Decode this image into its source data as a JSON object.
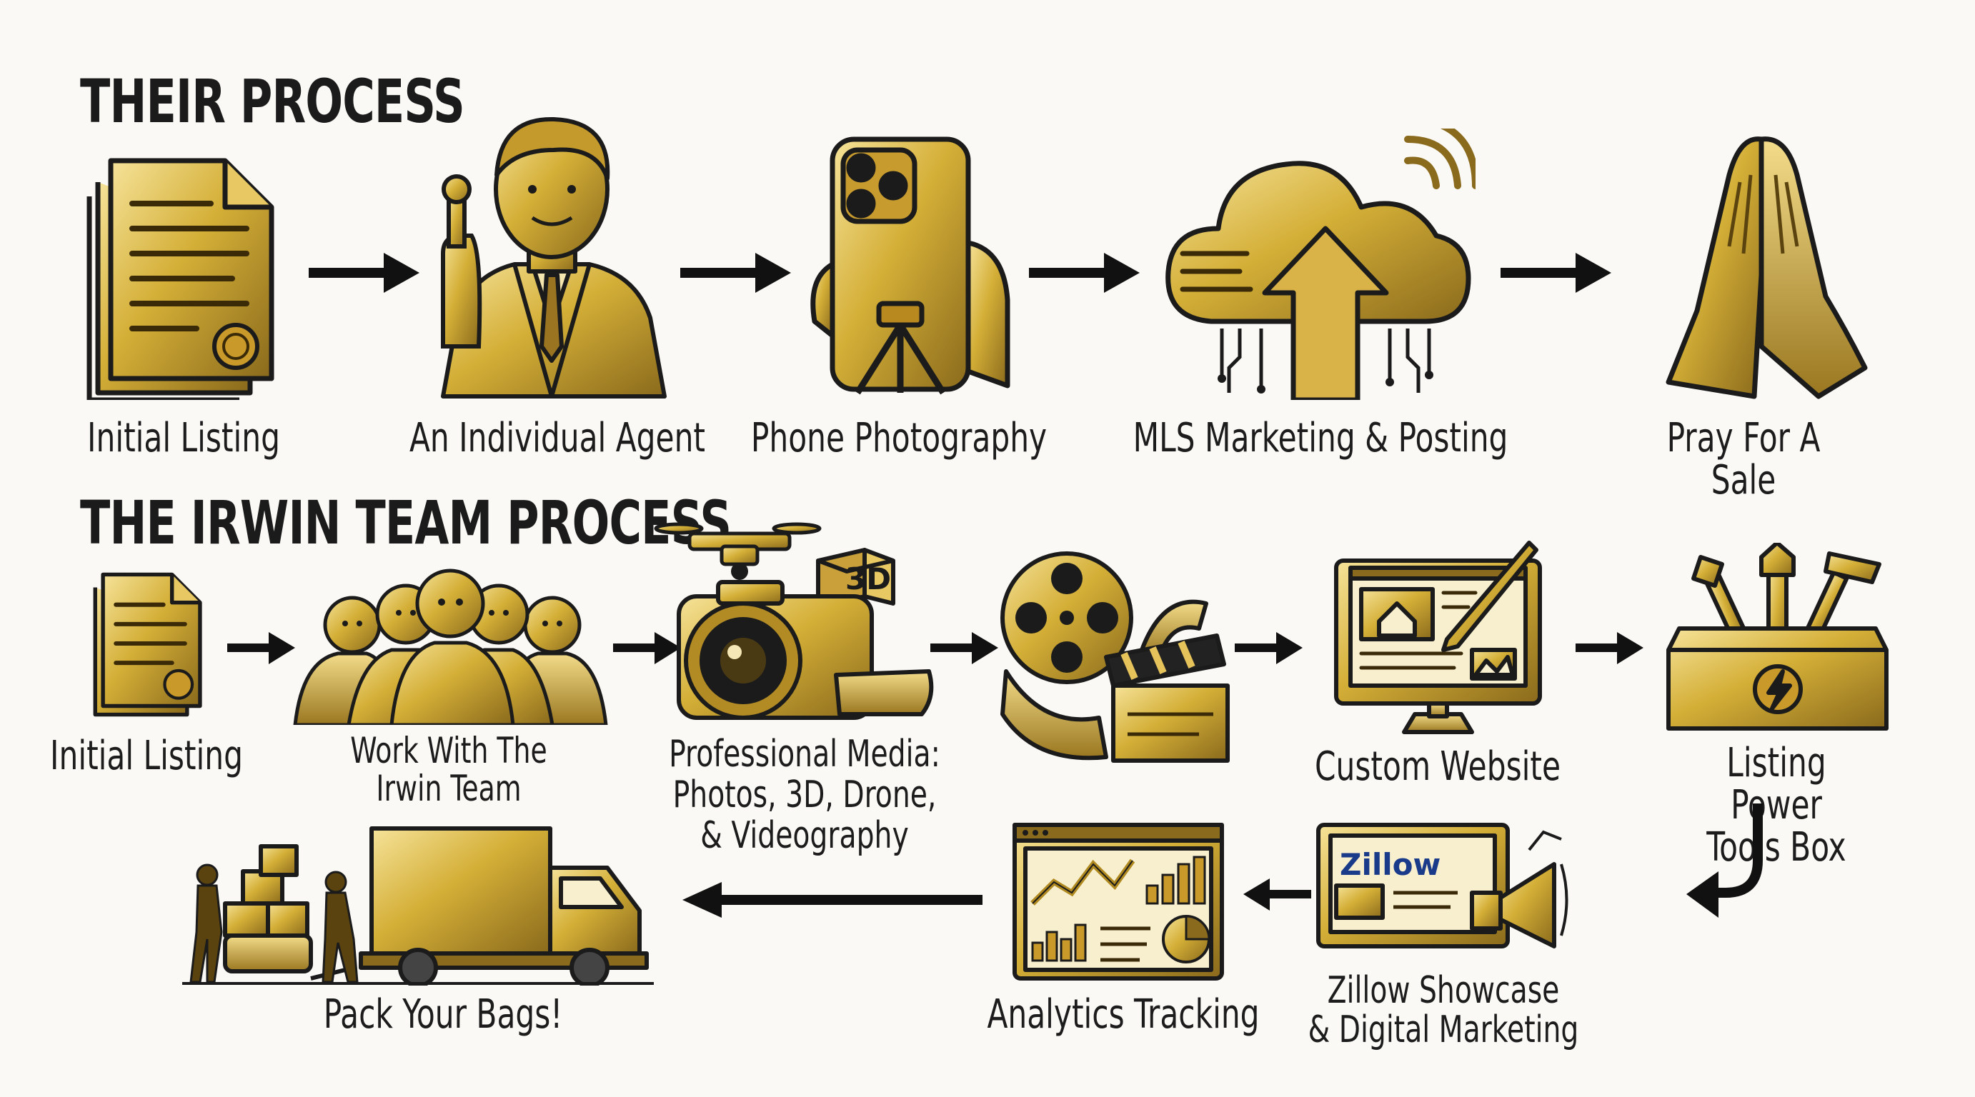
{
  "sections": {
    "their": {
      "title": "THEIR PROCESS",
      "steps": [
        {
          "label": "Initial Listing",
          "icon": "document-icon"
        },
        {
          "label": "An Individual Agent",
          "icon": "agent-icon"
        },
        {
          "label": "Phone Photography",
          "icon": "phone-tripod-icon"
        },
        {
          "label": "MLS Marketing & Posting",
          "icon": "cloud-upload-icon"
        },
        {
          "label": "Pray For A Sale",
          "icon": "praying-hands-icon"
        }
      ]
    },
    "irwin": {
      "title": "THE IRWIN TEAM PROCESS",
      "steps": [
        {
          "label": "Initial Listing",
          "icon": "document-icon"
        },
        {
          "label": "Work With The\nIrwin Team",
          "icon": "team-icon"
        },
        {
          "label": "Professional Media:\nPhotos, 3D, Drone,\n& Videography",
          "icon": "camera-drone-icon"
        },
        {
          "label": "",
          "icon": "film-reel-icon"
        },
        {
          "label": "Custom Website",
          "icon": "website-monitor-icon"
        },
        {
          "label": "Listing Power Tools Box",
          "icon": "toolbox-icon"
        },
        {
          "label": "Zillow Showcase\n& Digital Marketing",
          "icon": "zillow-megaphone-icon",
          "brand": "Zillow"
        },
        {
          "label": "Analytics Tracking",
          "icon": "analytics-dashboard-icon"
        },
        {
          "label": "Pack Your Bags!",
          "icon": "moving-truck-icon"
        }
      ],
      "badge_3d": "3D"
    }
  },
  "colors": {
    "gold_light": "#f3dc8a",
    "gold_mid": "#d4af37",
    "gold_dark": "#8a6a1c",
    "ink": "#1b1b1b",
    "background": "#fbf9f5"
  }
}
